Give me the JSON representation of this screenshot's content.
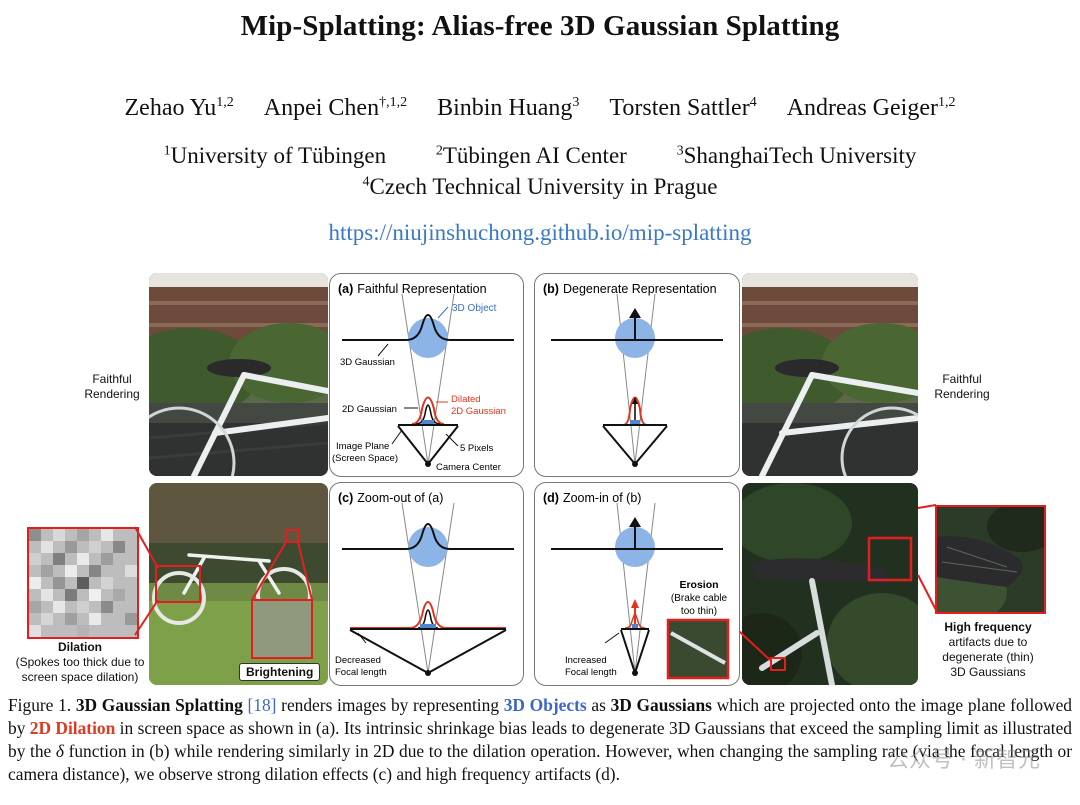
{
  "paper": {
    "title": "Mip-Splatting: Alias-free 3D Gaussian Splatting",
    "authors": [
      {
        "name": "Zehao Yu",
        "sup": "1,2"
      },
      {
        "name": "Anpei Chen",
        "sup": "†,1,2"
      },
      {
        "name": "Binbin Huang",
        "sup": "3"
      },
      {
        "name": "Torsten Sattler",
        "sup": "4"
      },
      {
        "name": "Andreas Geiger",
        "sup": "1,2"
      }
    ],
    "affiliations": [
      {
        "sup": "1",
        "name": "University of Tübingen"
      },
      {
        "sup": "2",
        "name": "Tübingen AI Center"
      },
      {
        "sup": "3",
        "name": "ShanghaiTech University"
      },
      {
        "sup": "4",
        "name": "Czech Technical University in Prague"
      }
    ],
    "url": "https://niujinshuchong.github.io/mip-splatting"
  },
  "figure": {
    "left_label": "Faithful\nRendering",
    "right_label": "Faithful\nRendering",
    "panels": {
      "a": {
        "title_prefix": "(a)",
        "title": "Faithful Representation",
        "object_label": "3D Object",
        "gaussian3d_label": "3D Gaussian",
        "gaussian2d_label": "2D Gaussian",
        "dilated_label_1": "Dilated",
        "dilated_label_2": "2D Gaussian",
        "pixels_label": "5 Pixels",
        "plane_label_1": "Image Plane",
        "plane_label_2": "(Screen Space)",
        "camera_label": "Camera Center"
      },
      "b": {
        "title_prefix": "(b)",
        "title": "Degenerate Representation"
      },
      "c": {
        "title_prefix": "(c)",
        "title": "Zoom-out of (a)",
        "focal_label_1": "Decreased",
        "focal_label_2": "Focal length"
      },
      "d": {
        "title_prefix": "(d)",
        "title": "Zoom-in of (b)",
        "focal_label_1": "Increased",
        "focal_label_2": "Focal length"
      }
    },
    "dilation": {
      "title": "Dilation",
      "line1": "(Spokes too thick due to",
      "line2": "screen space dilation)"
    },
    "brightening": "Brightening",
    "erosion": {
      "title": "Erosion",
      "line1": "(Brake cable",
      "line2": "too thin)"
    },
    "high_freq": {
      "title": "High frequency",
      "line1": "artifacts due to",
      "line2": "degenerate (thin)",
      "line3": "3D Gaussians"
    },
    "colors": {
      "object_blue": "#8db4e6",
      "dilated_red": "#e0341c",
      "highlight_red": "#e21f1f",
      "pixel_blue": "#4f86d0",
      "link_blue": "#3a78c9"
    }
  },
  "caption": {
    "prefix": "Figure 1.",
    "bold1": "3D Gaussian Splatting",
    "ref": "[18]",
    "t1": "renders images by representing",
    "obj": "3D Objects",
    "t2": "as",
    "bold2": "3D Gaussians",
    "t3": "which are projected onto the image plane followed by",
    "dil": "2D Dilation",
    "t4": "in screen space as shown in (a). Its intrinsic shrinkage bias leads to degenerate 3D Gaussians that exceed the sampling limit as illustrated by the",
    "delta": "δ",
    "t5": "function in (b) while rendering similarly in 2D due to the dilation operation. However, when changing the sampling rate (via the focal length or camera distance), we observe strong dilation effects (c) and high frequency artifacts (d)."
  },
  "watermark": "公众号 · 新智元"
}
